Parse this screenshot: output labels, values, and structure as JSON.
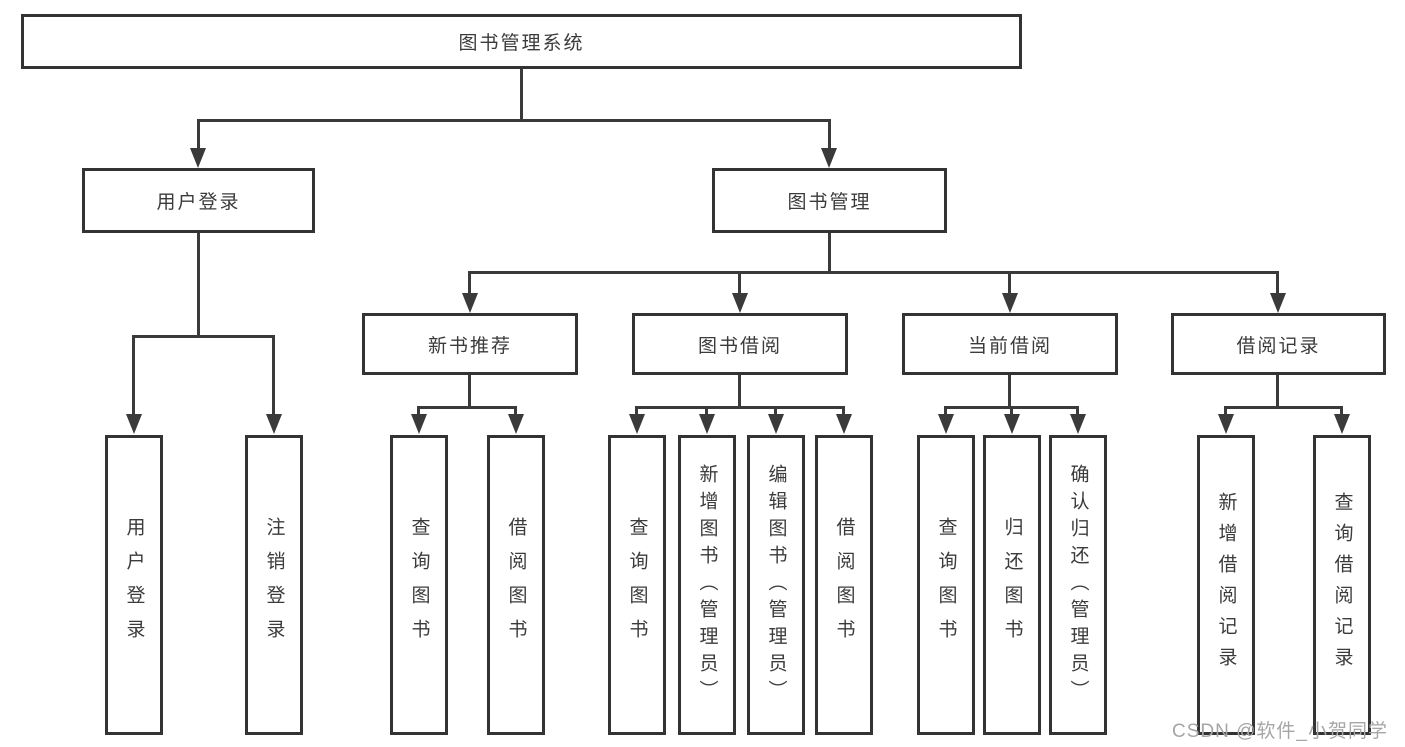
{
  "diagram_type": "functional-decomposition-tree",
  "tree": {
    "label": "图书管理系统",
    "children": [
      {
        "label": "用户登录",
        "children": [
          {
            "label": "用户登录"
          },
          {
            "label": "注销登录"
          }
        ]
      },
      {
        "label": "图书管理",
        "children": [
          {
            "label": "新书推荐",
            "children": [
              {
                "label": "查询图书"
              },
              {
                "label": "借阅图书"
              }
            ]
          },
          {
            "label": "图书借阅",
            "children": [
              {
                "label": "查询图书"
              },
              {
                "label": "新增图书（管理员）"
              },
              {
                "label": "编辑图书（管理员）"
              },
              {
                "label": "借阅图书"
              }
            ]
          },
          {
            "label": "当前借阅",
            "children": [
              {
                "label": "查询图书"
              },
              {
                "label": "归还图书"
              },
              {
                "label": "确认归还（管理员）"
              }
            ]
          },
          {
            "label": "借阅记录",
            "children": [
              {
                "label": "新增借阅记录"
              },
              {
                "label": "查询借阅记录"
              }
            ]
          }
        ]
      }
    ]
  },
  "watermark": {
    "text": "CSDN @软件_小贺同学"
  },
  "colors": {
    "line": "#3a3a3a",
    "box_border": "#333333",
    "text": "#3b3b3b",
    "watermark": "#a6a6a6",
    "background": "#ffffff"
  }
}
